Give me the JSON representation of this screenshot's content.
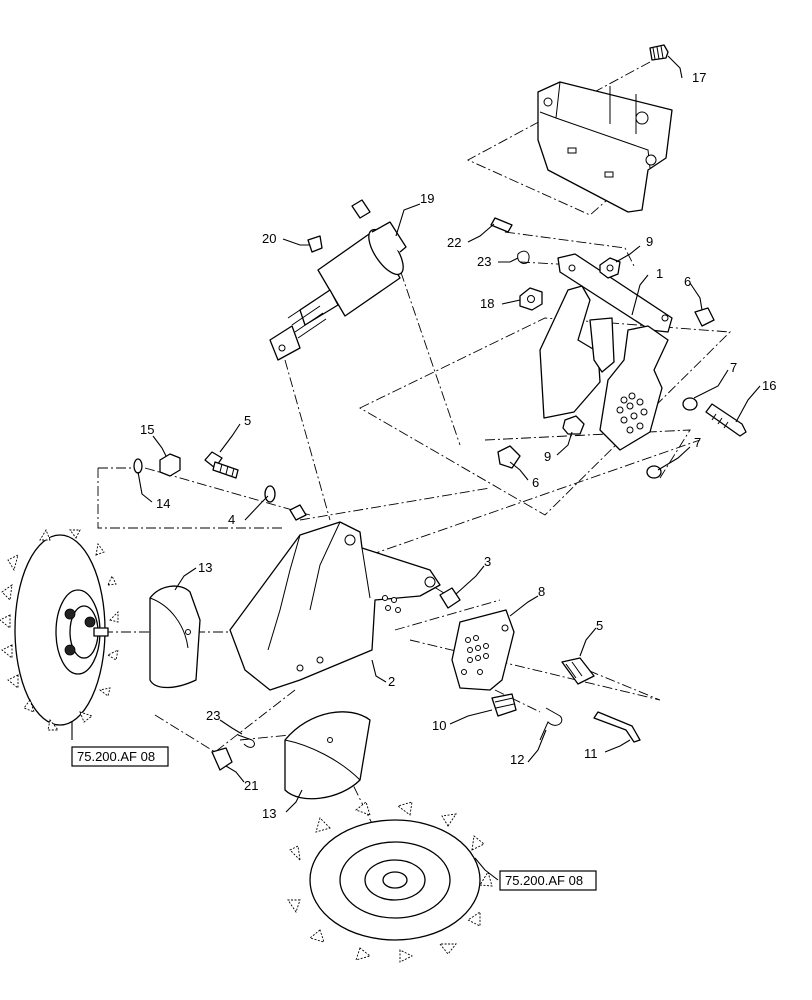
{
  "callouts": {
    "c17": "17",
    "c19": "19",
    "c20": "20",
    "c22": "22",
    "c23a": "23",
    "c9a": "9",
    "c1": "1",
    "c18": "18",
    "c6a": "6",
    "c7a": "7",
    "c16": "16",
    "c9b": "9",
    "c6b": "6",
    "c7b": "7",
    "c15": "15",
    "c5a": "5",
    "c14": "14",
    "c4": "4",
    "c13a": "13",
    "c3": "3",
    "c8": "8",
    "c5b": "5",
    "c2": "2",
    "c10": "10",
    "c12": "12",
    "c11": "11",
    "c23b": "23",
    "c21": "21",
    "c13b": "13"
  },
  "references": {
    "left_wheel_ref": "75.200.AF 08",
    "bottom_wheel_ref": "75.200.AF 08"
  }
}
